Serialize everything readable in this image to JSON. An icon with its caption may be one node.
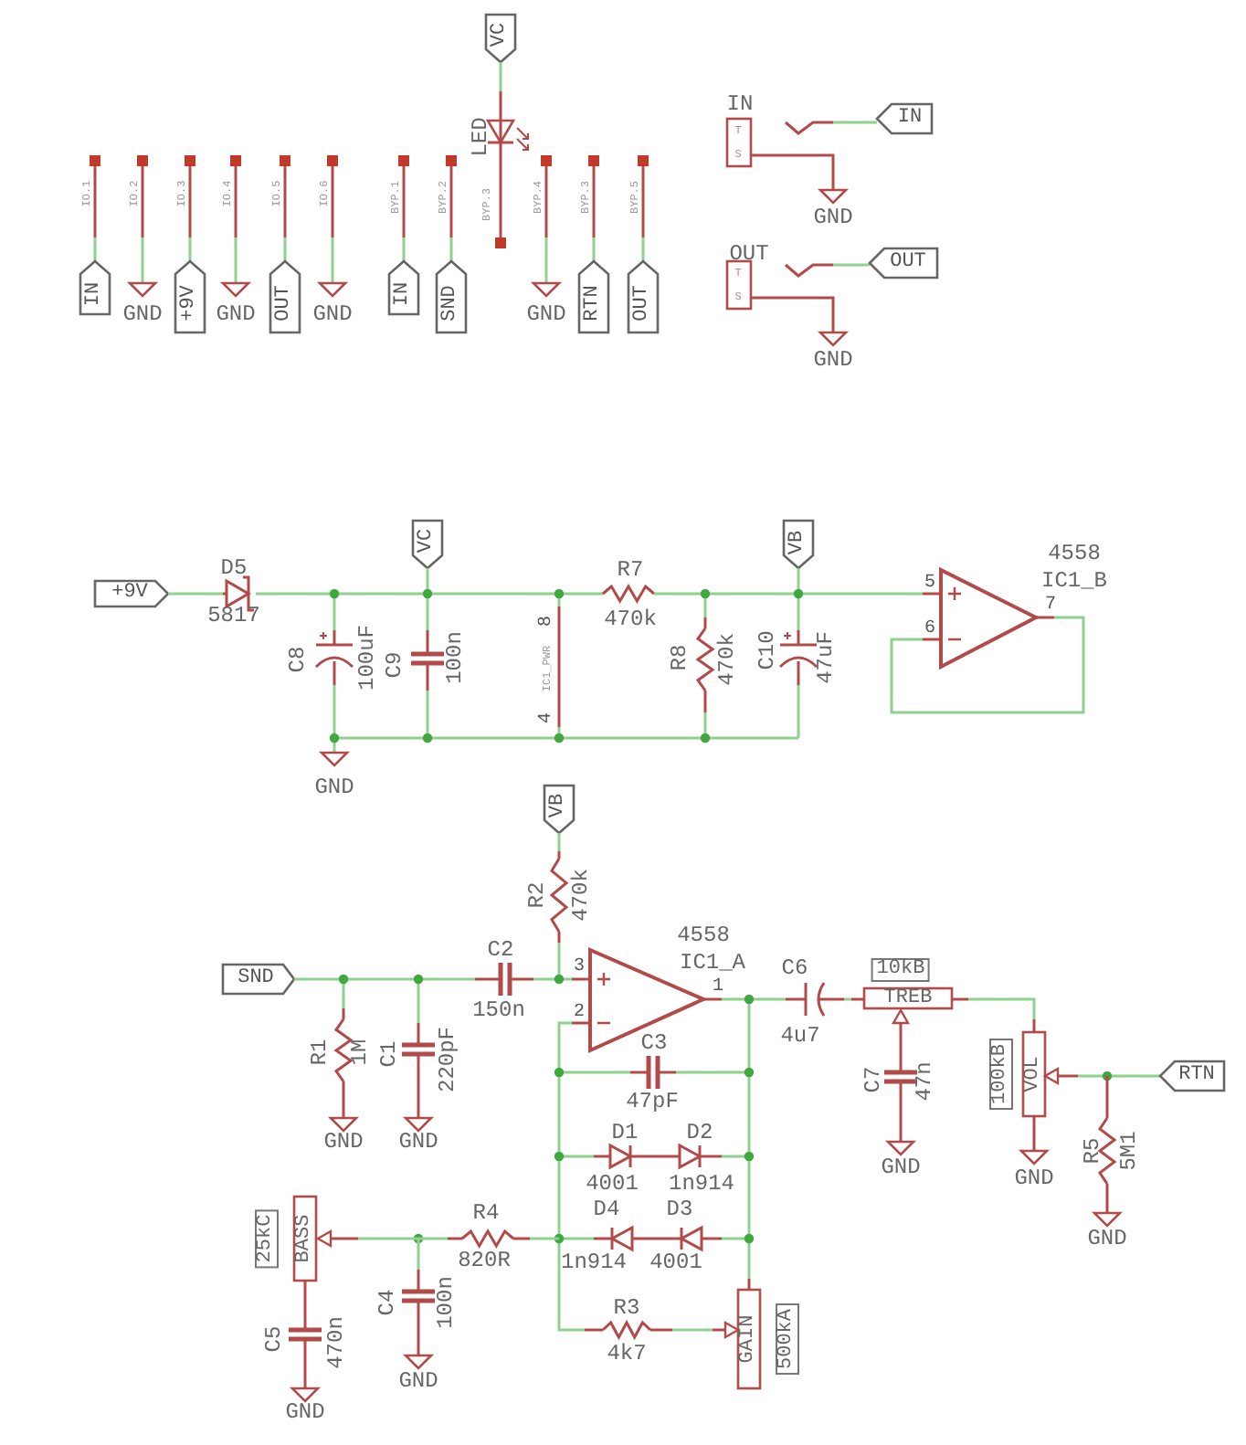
{
  "diagram": {
    "labels": [
      "VC",
      "LED",
      "IO.1",
      "IO.2",
      "IO.3",
      "IO.4",
      "IO.5",
      "IO.6",
      "BYP.1",
      "BYP.2",
      "BYP.3",
      "BYP.4",
      "BYP.3",
      "BYP.5",
      "IN",
      "GND",
      "+9V",
      "GND",
      "OUT",
      "GND",
      "IN",
      "SND",
      "GND",
      "RTN",
      "OUT",
      "IN",
      "T",
      "S",
      "IN",
      "GND",
      "OUT",
      "T",
      "S",
      "OUT",
      "GND",
      "+9V",
      "D5",
      "5817",
      "VC",
      "R7",
      "470k",
      "VB",
      "4558",
      "5",
      "IC1_B",
      "7",
      "C8",
      "100uF",
      "C9",
      "100n",
      "8",
      "IC1_PWR",
      "4",
      "R8",
      "470k",
      "C10",
      "47uF",
      "6",
      "GND",
      "VB",
      "R2",
      "470k",
      "4558",
      "IC1_A",
      "C2",
      "SND",
      "3",
      "1",
      "C6",
      "10kB",
      "TREB",
      "150n",
      "2",
      "4u7",
      "R1",
      "1M",
      "C1",
      "220pF",
      "C3",
      "47pF",
      "100kB",
      "VOL",
      "RTN",
      "C7",
      "47n",
      "GND",
      "GND",
      "D1",
      "D2",
      "4001",
      "1n914",
      "R5",
      "5M1",
      "GND",
      "GND",
      "R4",
      "D4",
      "D3",
      "25kC",
      "BASS",
      "820R",
      "1n914",
      "4001",
      "C4",
      "100n",
      "R3",
      "4k7",
      "GAIN",
      "500kA",
      "C5",
      "470n",
      "GND",
      "GND",
      "GND"
    ]
  }
}
